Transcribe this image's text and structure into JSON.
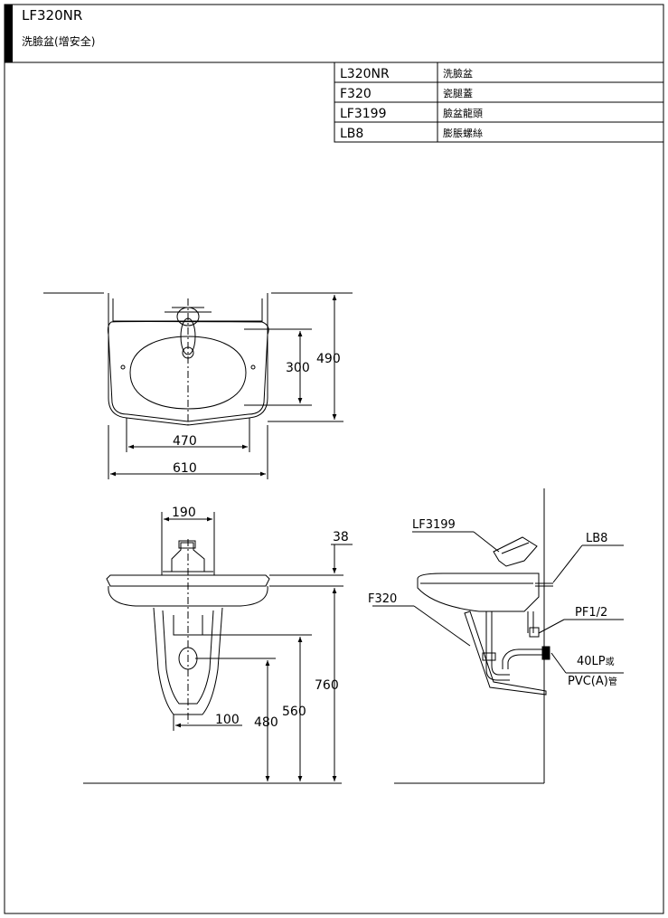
{
  "header": {
    "model": "LF320NR",
    "description_main": "洗臉盆",
    "description_paren": "(增安全)"
  },
  "parts_table": [
    {
      "code": "L320NR",
      "name": "洗臉盆"
    },
    {
      "code": "F320",
      "name": "瓷腿蓋"
    },
    {
      "code": "LF3199",
      "name": "臉盆龍頭"
    },
    {
      "code": "LB8",
      "name": "膨脹螺絲"
    }
  ],
  "top_view": {
    "dim_bowl_depth": "300",
    "dim_total_depth": "490",
    "dim_bowl_width": "470",
    "dim_total_width": "610"
  },
  "front_view": {
    "dim_faucet_spacing": "190",
    "dim_rim_thickness": "38",
    "dim_total_height": "760",
    "dim_drain_height": "560",
    "dim_supply_height": "480",
    "dim_offset": "100"
  },
  "side_view": {
    "label_faucet": "LF3199",
    "label_screw": "LB8",
    "label_pedestal_cover": "F320",
    "label_supply": "PF1/2",
    "label_drain_a": "40LP",
    "label_drain_a_suffix": "或",
    "label_drain_b": "PVC(A)",
    "label_drain_b_suffix": "管"
  }
}
